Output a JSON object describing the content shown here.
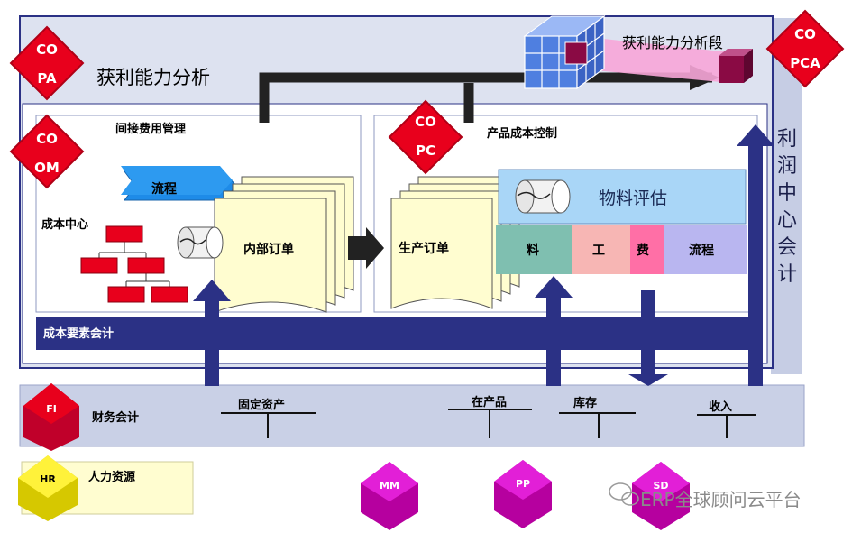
{
  "copa": {
    "line1": "CO",
    "line2": "PA",
    "title": "获利能力分析"
  },
  "segment_label": "获利能力分析段",
  "copca": {
    "line1": "CO",
    "line2": "PCA"
  },
  "profit_center": {
    "chars": [
      "利",
      "润",
      "中",
      "心",
      "会",
      "计"
    ]
  },
  "coom": {
    "line1": "CO",
    "line2": "OM",
    "title": "间接费用管理",
    "process_label": "流程",
    "cost_center_label": "成本中心",
    "internal_order_label": "内部订单"
  },
  "copc": {
    "line1": "CO",
    "line2": "PC",
    "title": "产品成本控制",
    "production_order_label": "生产订单",
    "material_valuation": "物料评估",
    "cost_parts": [
      "料",
      "工",
      "费",
      "流程"
    ]
  },
  "cost_element_accounting": "成本要素会计",
  "fi": {
    "badge": "FI",
    "label": "财务会计",
    "fixed_assets": "固定资产",
    "wip": "在产品",
    "inventory": "库存",
    "revenue": "收入"
  },
  "hr": {
    "badge": "HR",
    "label": "人力资源"
  },
  "mm": {
    "badge": "MM"
  },
  "pp": {
    "badge": "PP"
  },
  "sd": {
    "badge": "SD"
  },
  "watermark": "ERP全球顾问云平台",
  "colors": {
    "navy": "#2b3185",
    "panel": "#c6cde4",
    "red_badge": "#e8001c",
    "magenta_badge": "#e21fd7",
    "yellow_badge": "#fff23a",
    "blue_cube": "#4f7fe0",
    "cream": "#fffdd0"
  }
}
